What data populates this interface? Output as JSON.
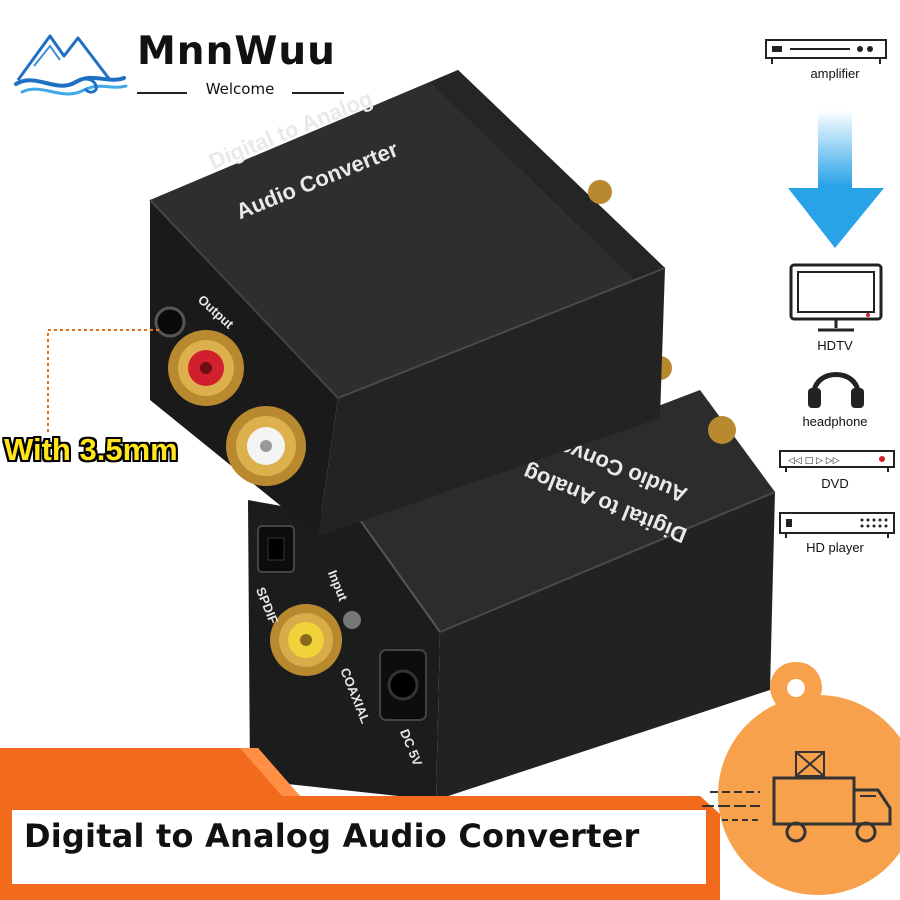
{
  "brand": {
    "name": "MnnWuu",
    "tagline": "Welcome",
    "logo_icon": "mountain-wave-logo"
  },
  "product": {
    "top_box_title_line1": "Digital to Analog",
    "top_box_title_line2": "Audio Converter",
    "top_box_port_label": "Output",
    "bottom_box_title_line1": "Digital to Analog",
    "bottom_box_title_line2": "Audio Converter",
    "bottom_box_input_label": "Input",
    "bottom_box_spdif_label": "SPDIF",
    "bottom_box_coaxial_label": "COAXIAL",
    "bottom_box_dc_label": "DC 5V"
  },
  "callout": {
    "text": "With 3.5mm"
  },
  "devices": {
    "arrow_icon": "arrow-down-icon",
    "items": [
      {
        "label": "amplifier",
        "icon": "amplifier-icon"
      },
      {
        "label": "HDTV",
        "icon": "tv-icon"
      },
      {
        "label": "headphone",
        "icon": "headphone-icon"
      },
      {
        "label": "DVD",
        "icon": "dvd-icon"
      },
      {
        "label": "HD player",
        "icon": "hd-player-icon"
      }
    ]
  },
  "banner": {
    "title": "Digital to Analog Audio Converter"
  },
  "colors": {
    "banner_orange": "#f26a1b",
    "shipping_orange": "#f7a14c",
    "arrow_blue": "#29a3e8",
    "callout_yellow": "#ffe51a"
  }
}
